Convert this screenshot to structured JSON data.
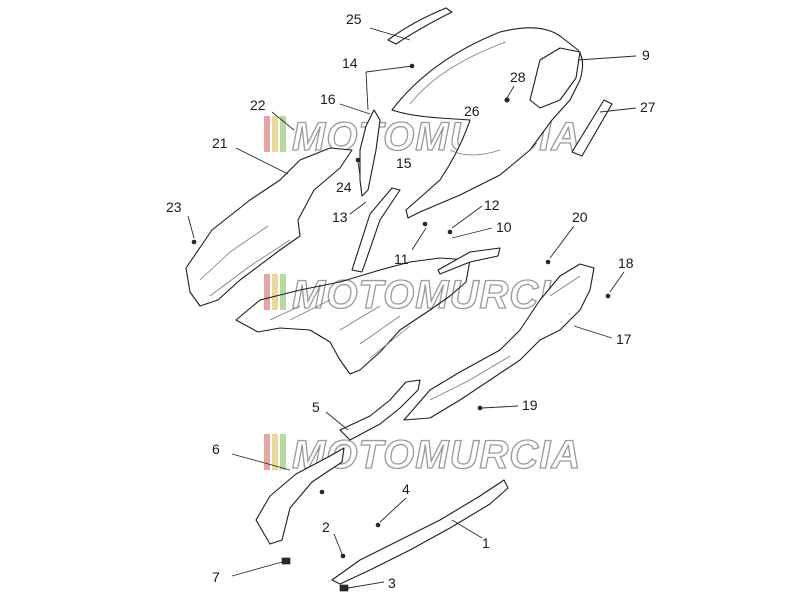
{
  "watermark": {
    "text": "MOTOMURCIA",
    "stripe_colors": [
      "#e8a3a3",
      "#e8d99a",
      "#b9d8a0"
    ]
  },
  "callouts": [
    "25",
    "9",
    "14",
    "28",
    "16",
    "22",
    "26",
    "27",
    "21",
    "15",
    "24",
    "13",
    "12",
    "23",
    "10",
    "11",
    "20",
    "18",
    "17",
    "5",
    "19",
    "6",
    "4",
    "2",
    "1",
    "7",
    "3"
  ]
}
